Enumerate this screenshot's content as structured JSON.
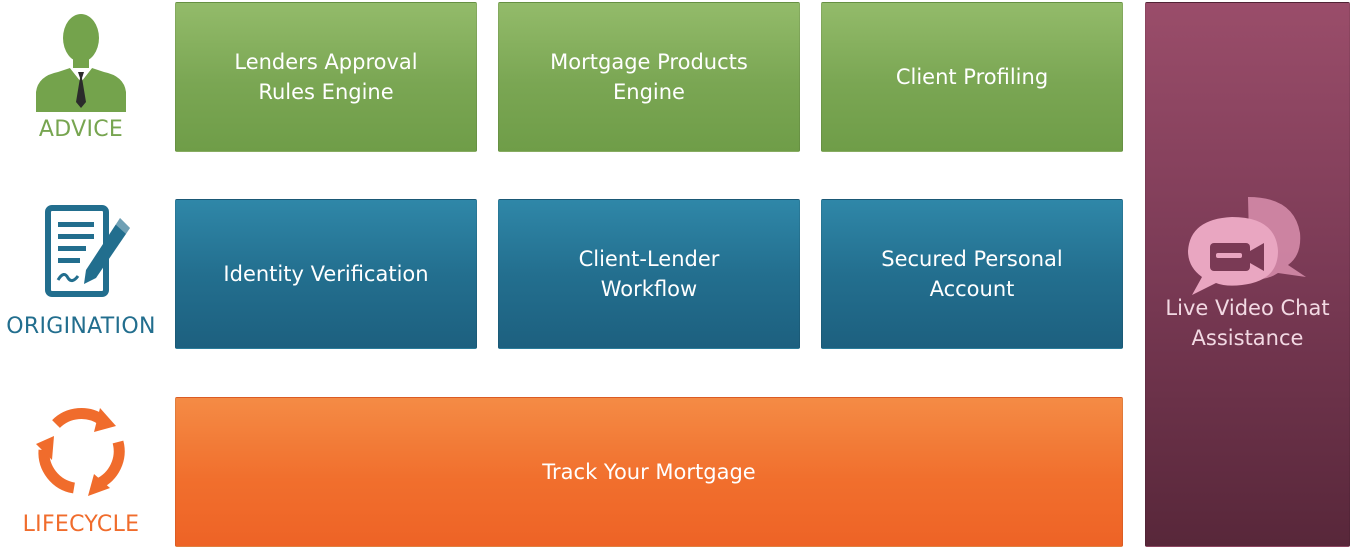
{
  "rows": {
    "advice": {
      "label": "ADVICE",
      "icon": "businessman-icon",
      "color": "#77a550",
      "tiles": [
        {
          "label": "Lenders Approval\nRules Engine"
        },
        {
          "label": "Mortgage Products\nEngine"
        },
        {
          "label": "Client Profiling"
        }
      ]
    },
    "origination": {
      "label": "ORIGINATION",
      "icon": "signed-document-icon",
      "color": "#226e8e",
      "tiles": [
        {
          "label": "Identity Verification"
        },
        {
          "label": "Client-Lender\nWorkflow"
        },
        {
          "label": "Secured Personal\nAccount"
        }
      ]
    },
    "lifecycle": {
      "label": "LIFECYCLE",
      "icon": "cycle-arrows-icon",
      "color": "#f06c2c",
      "tiles": [
        {
          "label": "Track Your Mortgage"
        }
      ]
    }
  },
  "sidebar": {
    "label": "Live Video Chat\nAssistance",
    "icon": "video-chat-icon",
    "color": "#7a3a55"
  }
}
